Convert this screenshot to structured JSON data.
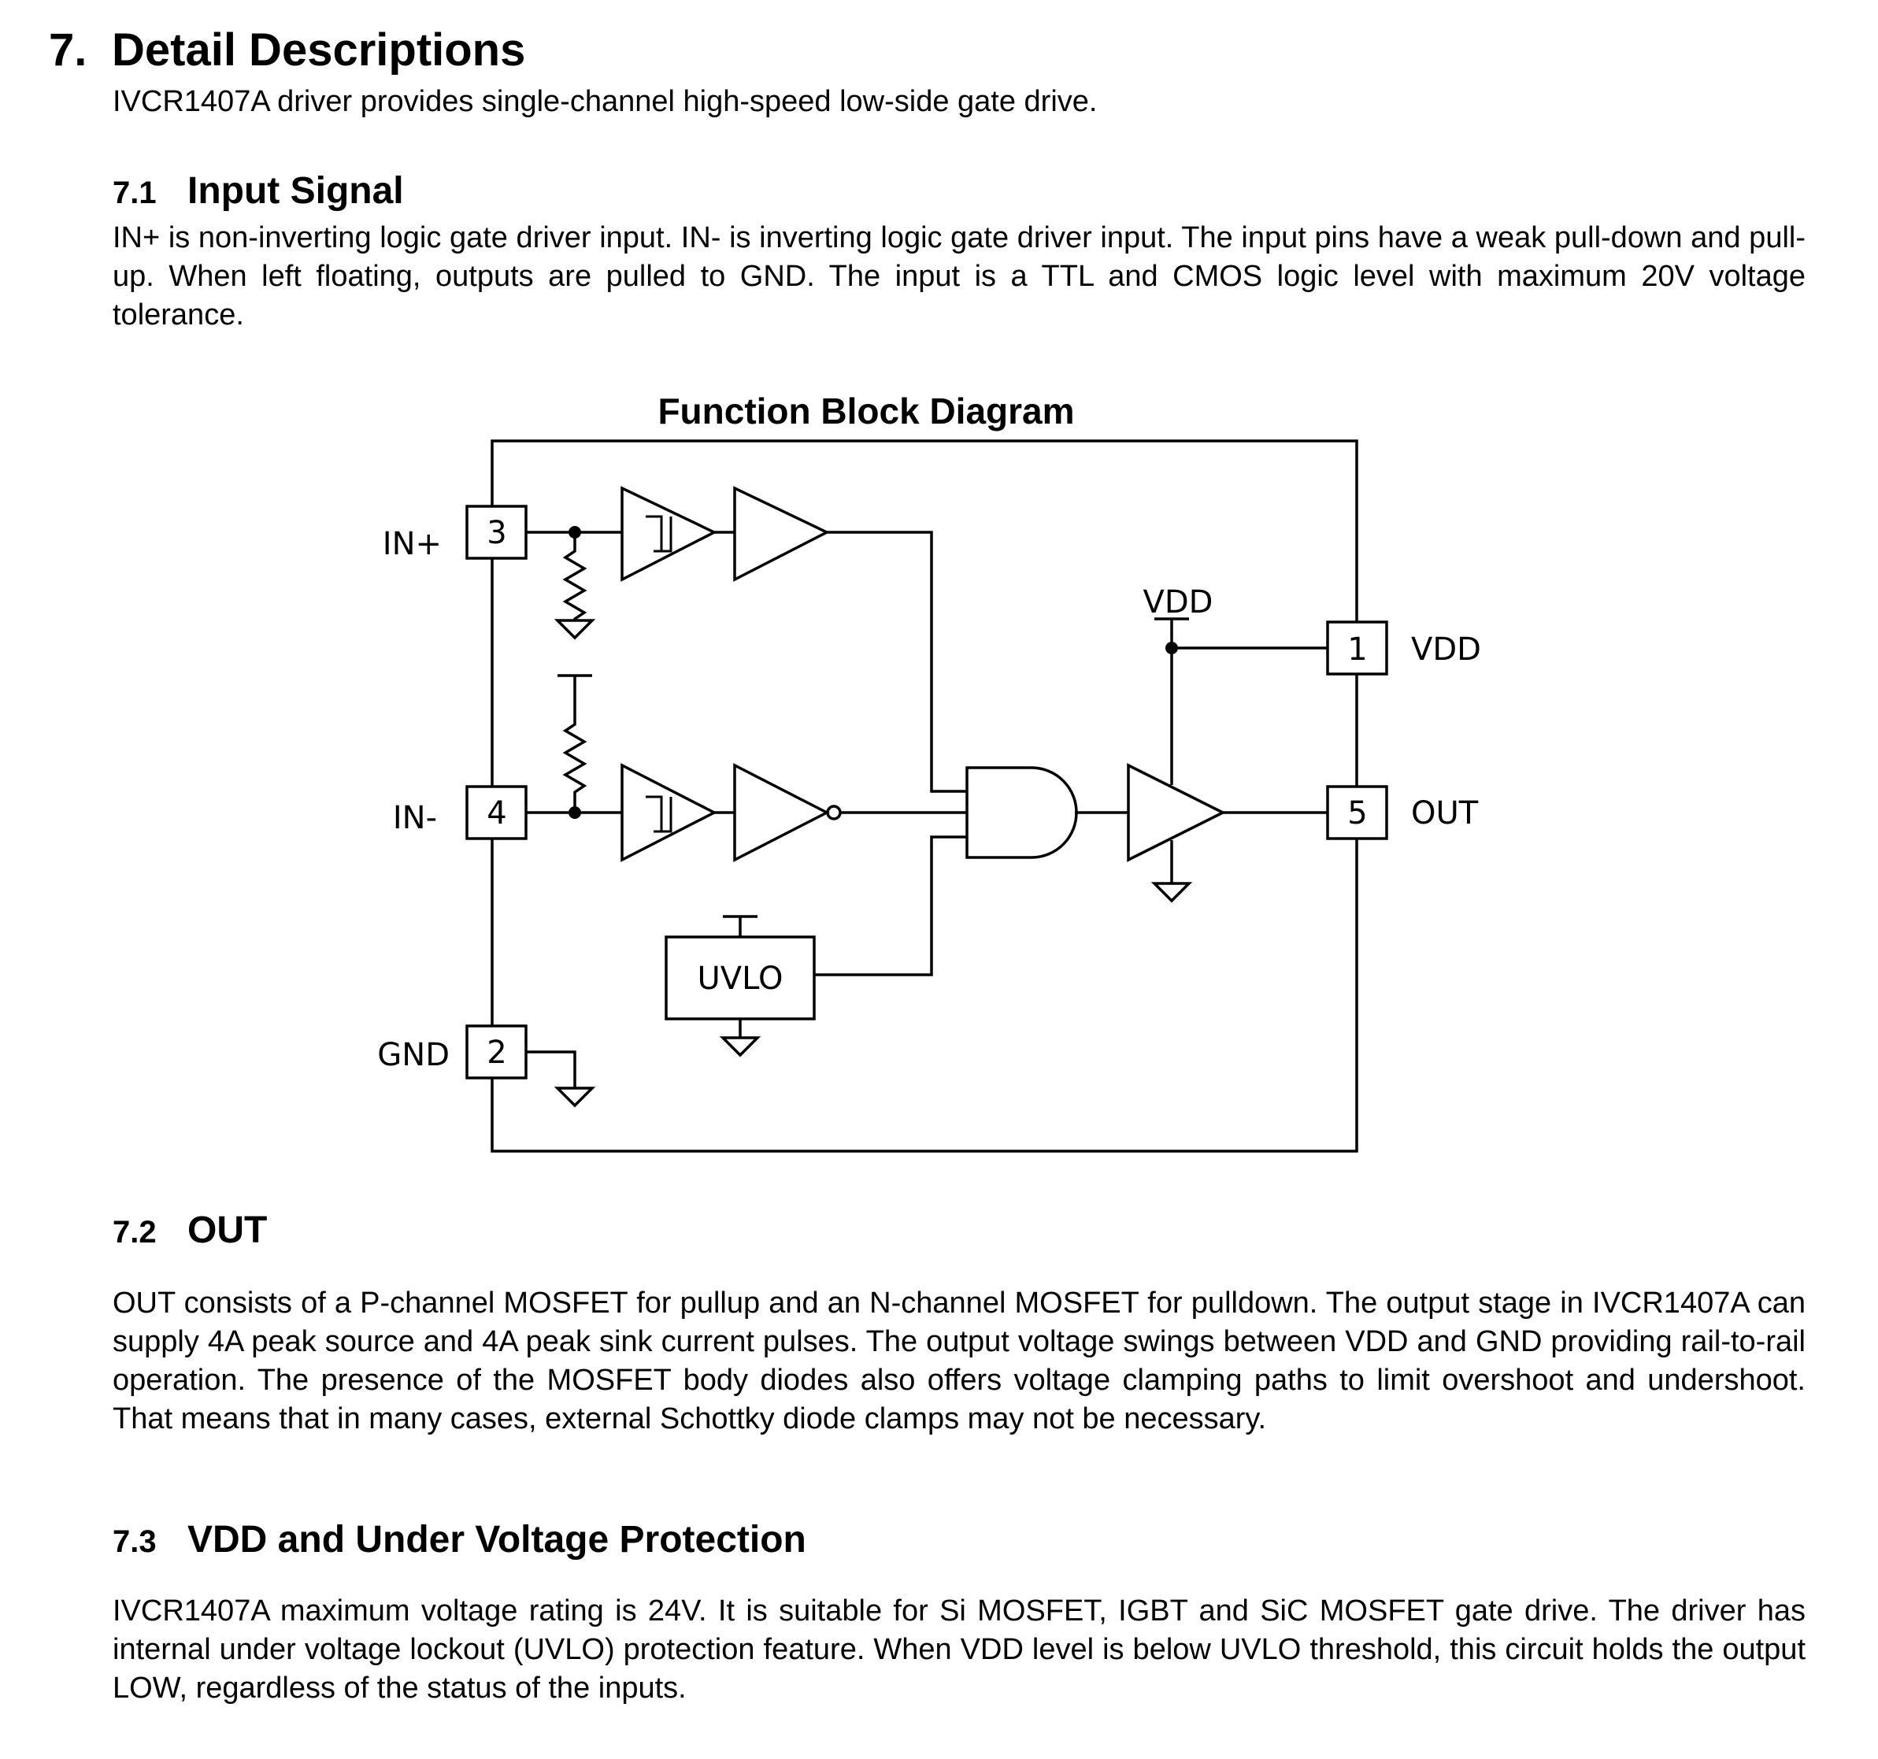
{
  "heading": {
    "number": "7.",
    "title": "Detail Descriptions"
  },
  "intro": "IVCR1407A driver provides single-channel high-speed low-side gate drive.",
  "sections": [
    {
      "number": "7.1",
      "title": "Input Signal",
      "body": "IN+ is non-inverting logic gate driver input. IN- is inverting logic gate driver input. The input pins have a weak pull-down and pull-up. When left floating, outputs are pulled to GND. The input is a TTL and CMOS logic level with maximum 20V voltage tolerance."
    },
    {
      "number": "7.2",
      "title": "OUT",
      "body": "OUT consists of a P-channel MOSFET for pullup and an N-channel MOSFET for pulldown. The output stage in IVCR1407A can supply 4A peak source and 4A peak sink current pulses. The output voltage swings between VDD and GND providing rail-to-rail operation. The presence of the MOSFET body diodes also offers voltage clamping paths to limit overshoot and undershoot. That means that in many cases, external Schottky diode clamps may not be necessary."
    },
    {
      "number": "7.3",
      "title": "VDD and Under Voltage Protection",
      "body": "IVCR1407A maximum voltage rating is 24V. It is suitable for Si MOSFET, IGBT and SiC MOSFET gate drive. The driver has internal under voltage lockout (UVLO) protection feature. When VDD level is below UVLO threshold, this circuit holds the output LOW, regardless of the status of the inputs."
    }
  ],
  "diagram": {
    "title": "Function Block Diagram",
    "pins": [
      {
        "number": "3",
        "label": "IN+"
      },
      {
        "number": "4",
        "label": "IN-"
      },
      {
        "number": "2",
        "label": "GND"
      },
      {
        "number": "1",
        "label": "VDD"
      },
      {
        "number": "5",
        "label": "OUT"
      }
    ],
    "supply_label": "VDD",
    "uvlo_label": "UVLO"
  }
}
